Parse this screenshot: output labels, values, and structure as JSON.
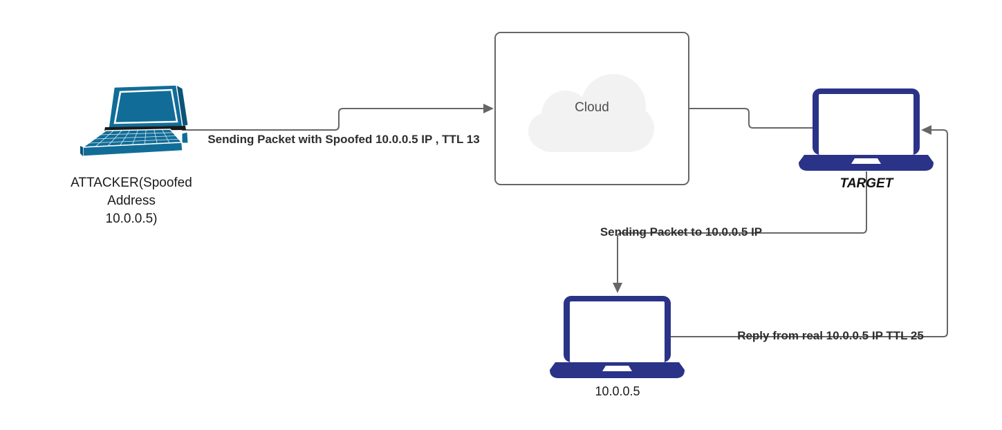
{
  "nodes": {
    "attacker": {
      "label_lines": [
        "ATTACKER(Spoofed",
        "Address",
        "10.0.0.5)"
      ]
    },
    "cloud": {
      "label": "Cloud"
    },
    "target": {
      "label": "TARGET"
    },
    "real_host": {
      "label": "10.0.0.5"
    }
  },
  "edges": {
    "spoofed_packet": {
      "label": "Sending Packet with Spoofed 10.0.0.5 IP , TTL 13"
    },
    "forward_packet": {
      "label": "Sending Packet to 10.0.0.5 IP"
    },
    "reply_packet": {
      "label": "Reply from real 10.0.0.5 IP TTL 25"
    }
  },
  "colors": {
    "attacker_laptop": "#116d98",
    "attacker_laptop_dark": "#0c547a",
    "navy_laptop": "#2a3387",
    "line": "#666666",
    "cloud_fill": "#f2f2f2",
    "box_border": "#666666",
    "node_text": "#1a1a1a",
    "edge_text": "#2e2e2e"
  }
}
